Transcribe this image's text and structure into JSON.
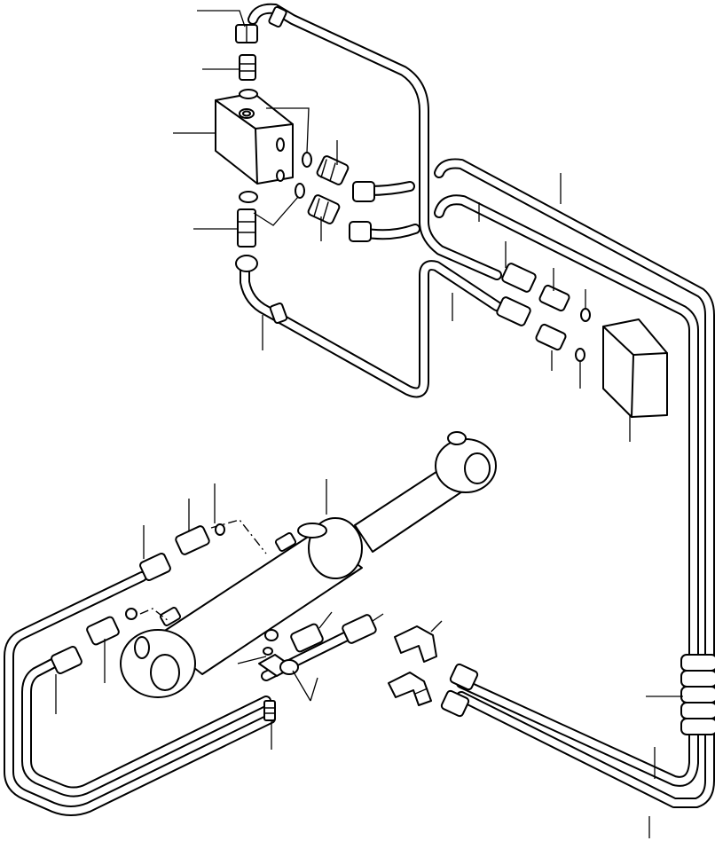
{
  "diagram": {
    "stroke_color": "#000000",
    "background_color": "#ffffff",
    "components": [
      "valve-block",
      "hydraulic-cylinder",
      "junction-box",
      "hose-bundle",
      "tube-clamp"
    ]
  }
}
